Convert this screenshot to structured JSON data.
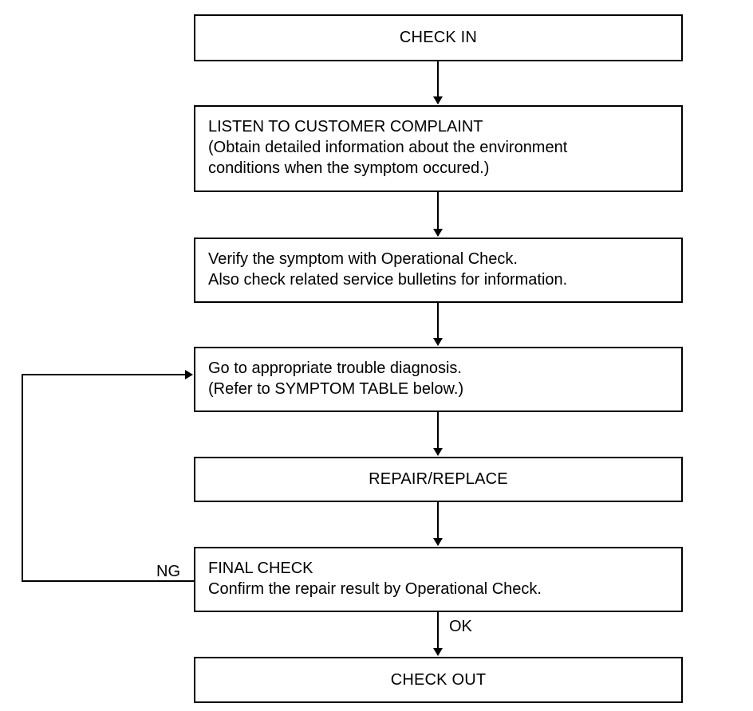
{
  "flowchart": {
    "check_in": "CHECK IN",
    "listen": {
      "line1": "LISTEN TO CUSTOMER COMPLAINT",
      "line2": "(Obtain detailed information about the environment",
      "line3": "conditions when the symptom occured.)"
    },
    "verify": {
      "line1": "Verify the symptom with Operational Check.",
      "line2": "Also check related service bulletins for information."
    },
    "diagnosis": {
      "line1": "Go to appropriate trouble diagnosis.",
      "line2": "(Refer to SYMPTOM TABLE below.)"
    },
    "repair": "REPAIR/REPLACE",
    "final_check": {
      "line1": "FINAL CHECK",
      "line2": "Confirm the repair result by Operational Check."
    },
    "check_out": "CHECK OUT",
    "ng_label": "NG",
    "ok_label": "OK"
  }
}
